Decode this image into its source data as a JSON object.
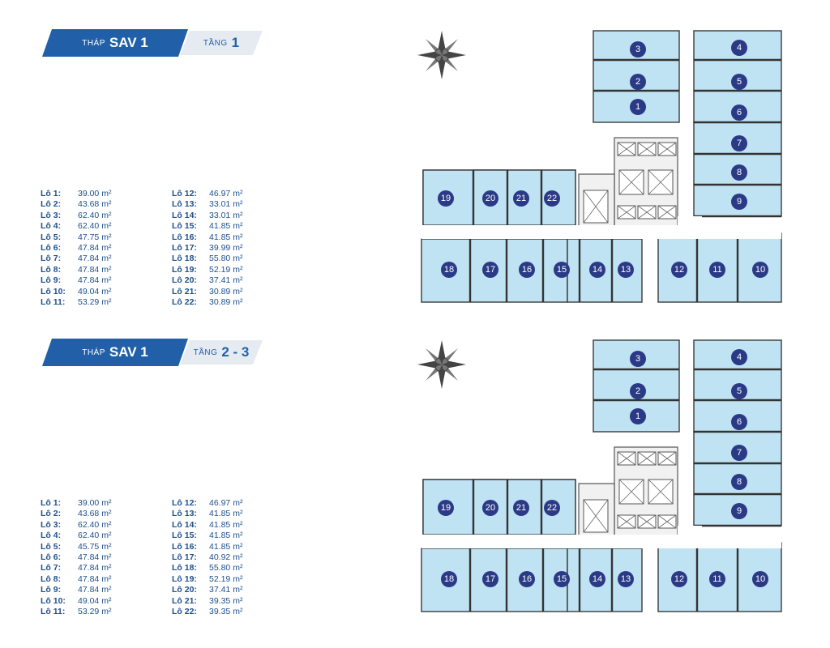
{
  "sections": [
    {
      "tower_prefix": "THÁP",
      "tower_name": "SAV 1",
      "floor_prefix": "TẦNG",
      "floor_name": "1",
      "unit_left": [
        {
          "label": "Lô 1:",
          "area": "39.00 m²"
        },
        {
          "label": "Lô 2:",
          "area": "43.68 m²"
        },
        {
          "label": "Lô 3:",
          "area": "62.40 m²"
        },
        {
          "label": "Lô 4:",
          "area": "62.40 m²"
        },
        {
          "label": "Lô 5:",
          "area": "47.75 m²"
        },
        {
          "label": "Lô 6:",
          "area": "47.84 m²"
        },
        {
          "label": "Lô 7:",
          "area": "47.84 m²"
        },
        {
          "label": "Lô 8:",
          "area": "47.84 m²"
        },
        {
          "label": "Lô 9:",
          "area": "47.84 m²"
        },
        {
          "label": "Lô 10:",
          "area": "49.04 m²"
        },
        {
          "label": "Lô 11:",
          "area": "53.29 m²"
        }
      ],
      "unit_right": [
        {
          "label": "Lô 12:",
          "area": "46.97 m²"
        },
        {
          "label": "Lô 13:",
          "area": "33.01 m²"
        },
        {
          "label": "Lô 14:",
          "area": "33.01 m²"
        },
        {
          "label": "Lô 15:",
          "area": "41.85 m²"
        },
        {
          "label": "Lô 16:",
          "area": "41.85 m²"
        },
        {
          "label": "Lô 17:",
          "area": "39.99 m²"
        },
        {
          "label": "Lô 18:",
          "area": "55.80 m²"
        },
        {
          "label": "Lô 19:",
          "area": "52.19 m²"
        },
        {
          "label": "Lô 20:",
          "area": "37.41 m²"
        },
        {
          "label": "Lô 21:",
          "area": "30.89 m²"
        },
        {
          "label": "Lô 22:",
          "area": "30.89 m²"
        }
      ]
    },
    {
      "tower_prefix": "THÁP",
      "tower_name": "SAV 1",
      "floor_prefix": "TẦNG",
      "floor_name": "2 - 3",
      "unit_left": [
        {
          "label": "Lô 1:",
          "area": "39.00 m²"
        },
        {
          "label": "Lô 2:",
          "area": "43.68 m²"
        },
        {
          "label": "Lô 3:",
          "area": "62.40 m²"
        },
        {
          "label": "Lô 4:",
          "area": "62.40 m²"
        },
        {
          "label": "Lô 5:",
          "area": "45.75 m²"
        },
        {
          "label": "Lô 6:",
          "area": "47.84 m²"
        },
        {
          "label": "Lô 7:",
          "area": "47.84 m²"
        },
        {
          "label": "Lô 8:",
          "area": "47.84 m²"
        },
        {
          "label": "Lô 9:",
          "area": "47.84 m²"
        },
        {
          "label": "Lô 10:",
          "area": "49.04 m²"
        },
        {
          "label": "Lô 11:",
          "area": "53.29 m²"
        }
      ],
      "unit_right": [
        {
          "label": "Lô 12:",
          "area": "46.97 m²"
        },
        {
          "label": "Lô 13:",
          "area": "41.85 m²"
        },
        {
          "label": "Lô 14:",
          "area": "41.85 m²"
        },
        {
          "label": "Lô 15:",
          "area": "41.85 m²"
        },
        {
          "label": "Lô 16:",
          "area": "41.85 m²"
        },
        {
          "label": "Lô 17:",
          "area": "40.92 m²"
        },
        {
          "label": "Lô 18:",
          "area": "55.80 m²"
        },
        {
          "label": "Lô 19:",
          "area": "52.19 m²"
        },
        {
          "label": "Lô 20:",
          "area": "37.41 m²"
        },
        {
          "label": "Lô 21:",
          "area": "39.35 m²"
        },
        {
          "label": "Lô 22:",
          "area": "39.35 m²"
        }
      ]
    }
  ],
  "plan_units": [
    "1",
    "2",
    "3",
    "4",
    "5",
    "6",
    "7",
    "8",
    "9",
    "10",
    "11",
    "12",
    "13",
    "14",
    "15",
    "16",
    "17",
    "18",
    "19",
    "20",
    "21",
    "22"
  ],
  "colors": {
    "brand": "#2160a8",
    "unit_fill": "#bfe3f3",
    "badge": "#2b3a86",
    "text": "#1d4f8c"
  }
}
